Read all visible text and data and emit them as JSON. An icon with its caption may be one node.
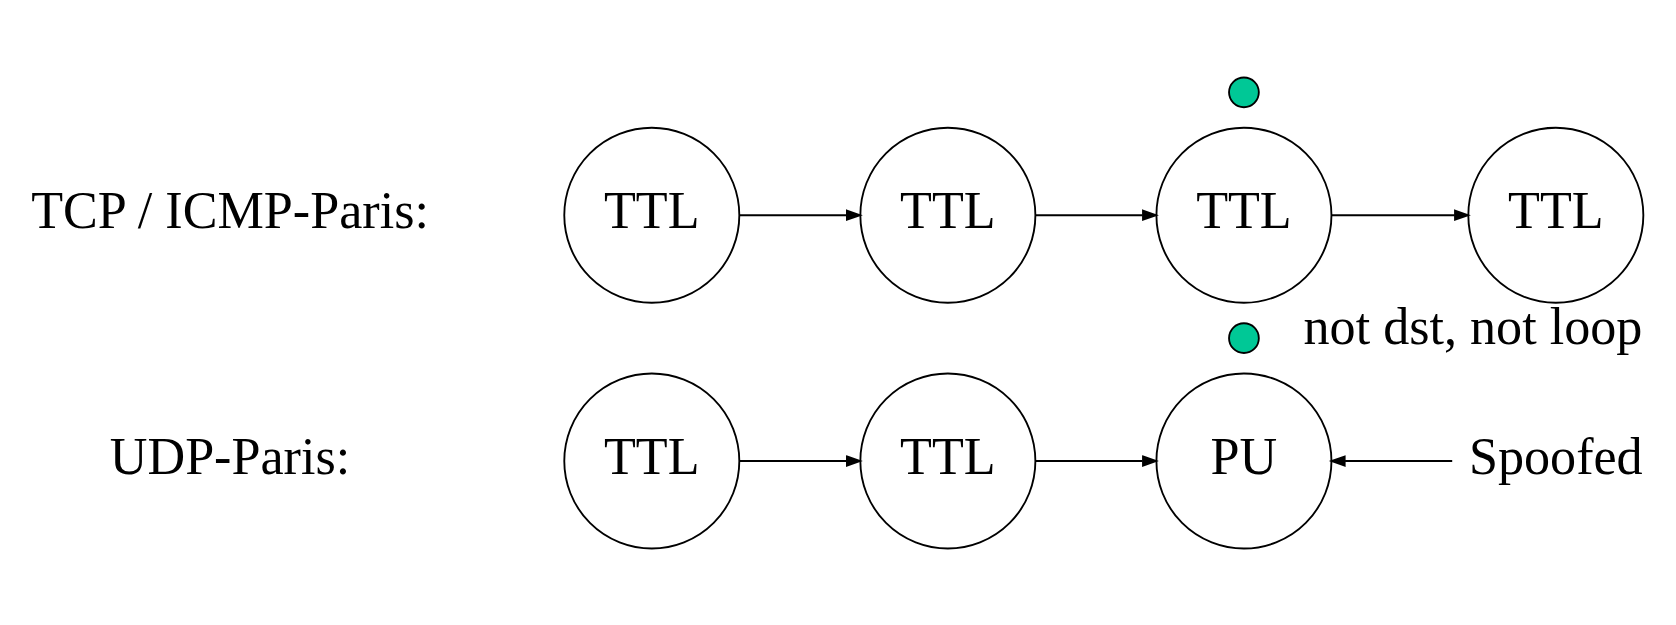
{
  "diagram": {
    "nodes": [
      {
        "text": [
          "Spoofed"
        ]
      },
      {
        "text": [
          "TTL"
        ]
      },
      {
        "text": [
          "TTL"
        ]
      },
      {
        "text": [],
        "shape": "circle"
      },
      {
        "text": [
          "PU"
        ]
      },
      {
        "text": [
          "TTL"
        ]
      },
      {
        "text": [
          "TTL"
        ]
      },
      {
        "text": [],
        "shape": "circle"
      },
      {
        "text": [
          "TTL"
        ]
      },
      {
        "text": [
          "TTL"
        ],
        "beside": [
          "not dst, not loop"
        ]
      }
    ],
    "edges": [
      {
        "from": 1,
        "to": 2,
        "arrow": "to"
      },
      {
        "from": 2,
        "to": 4,
        "arrow": "to"
      },
      {
        "from": 0,
        "to": 4,
        "arrow": "to"
      },
      {
        "from": 5,
        "to": 6,
        "arrow": "to"
      },
      {
        "from": 6,
        "to": 8,
        "arrow": "to"
      },
      {
        "from": 8,
        "to": 9,
        "arrow": "to"
      }
    ],
    "labels": [
      "UDP-Paris:",
      "TCP / ICMP-Paris:"
    ]
  }
}
